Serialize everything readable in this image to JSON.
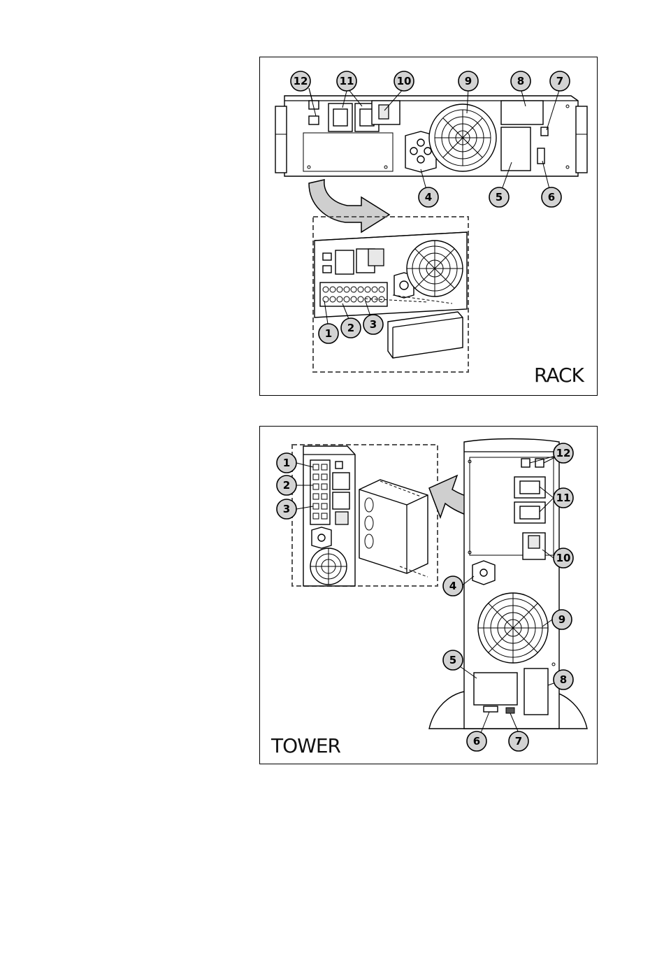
{
  "rack": {
    "label": "RACK",
    "callouts": [
      "12",
      "11",
      "10",
      "9",
      "8",
      "7",
      "4",
      "5",
      "6",
      "1",
      "2",
      "3"
    ]
  },
  "tower": {
    "label": "TOWER",
    "callouts": [
      "1",
      "2",
      "3",
      "12",
      "11",
      "10",
      "4",
      "9",
      "5",
      "8",
      "6",
      "7"
    ]
  }
}
